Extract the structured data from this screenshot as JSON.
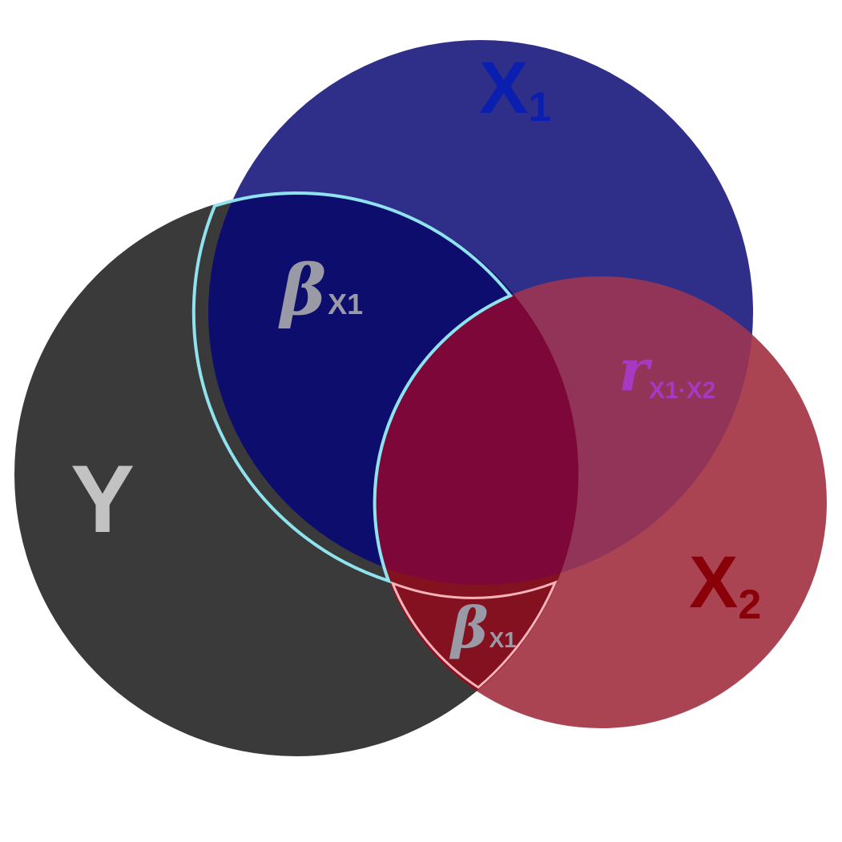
{
  "diagram": {
    "sets": {
      "y": {
        "label": "Y"
      },
      "x1": {
        "label": "X",
        "subscript": "1"
      },
      "x2": {
        "label": "X",
        "subscript": "2"
      }
    },
    "regions": {
      "beta_x1_upper": {
        "symbol": "β",
        "subscript": "X1"
      },
      "beta_x1_lower": {
        "symbol": "β",
        "subscript": "X1"
      },
      "r_x1x2": {
        "symbol": "r",
        "subscript": "X1·X2"
      }
    },
    "colors": {
      "y_circle": "#3a3a3a",
      "x1_circle": "#2f2f8a",
      "x2_circle": "#ab4452",
      "y_x1_overlap": "#0d0d6e",
      "triple_overlap": "#7d0739",
      "x1_x2_overlap": "#923358",
      "y_x2_overlap": "#84111f",
      "highlight_cyan": "#8ee3ee",
      "highlight_pink": "#f7b3b8",
      "x1_label": "#0a1fb0",
      "x2_label": "#8a0008",
      "y_label": "#c2c2c2",
      "beta_label": "#9a9aa6",
      "r_label": "#a638c2"
    }
  }
}
